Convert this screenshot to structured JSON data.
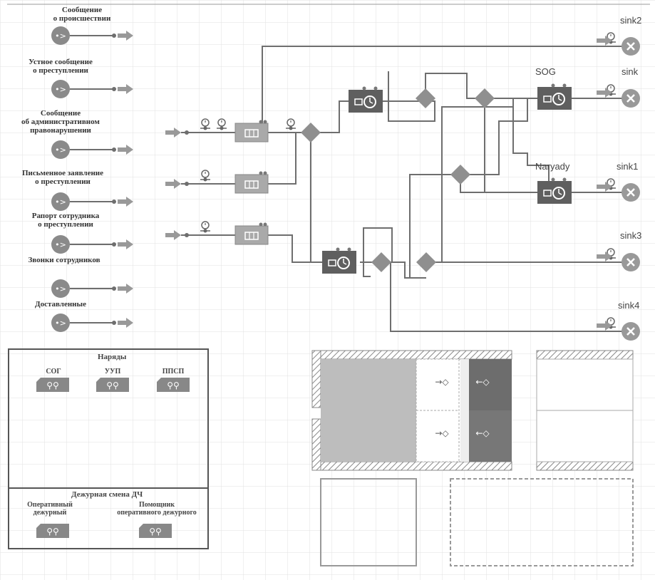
{
  "sources": [
    {
      "label_1": "Сообщение",
      "label_2": "о происшествии"
    },
    {
      "label_1": "Устное сообщение",
      "label_2": "о преступлении"
    },
    {
      "label_1": "Сообщение",
      "label_2": "об административном",
      "label_3": "правонарушении"
    },
    {
      "label_1": "Письменное заявление",
      "label_2": "о преступлении"
    },
    {
      "label_1": "Рапорт сотрудника",
      "label_2": "о преступлении"
    },
    {
      "label_1": "Звонки сотрудников"
    },
    {
      "label_1": "Доставленные"
    }
  ],
  "sinks": {
    "sink2": "sink2",
    "sink": "sink",
    "sink1": "sink1",
    "sink3": "sink3",
    "sink4": "sink4"
  },
  "blocks": {
    "sog": "SOG",
    "naryady": "Naryady"
  },
  "panels": {
    "naryady_title": "Наряды",
    "naryady_items": [
      "СОГ",
      "УУП",
      "ППСП"
    ],
    "duty_title": "Дежурная смена ДЧ",
    "duty_items": [
      {
        "line_1": "Оперативный",
        "line_2": "дежурный"
      },
      {
        "line_1": "Помощник",
        "line_2": "оперативного дежурного"
      }
    ]
  },
  "colors": {
    "line": "#6e6e6e",
    "block_light": "#a9a9a9",
    "block_dark": "#5f5f5f",
    "diamond": "#8f8f8f",
    "grid": "#dcdcdc"
  }
}
